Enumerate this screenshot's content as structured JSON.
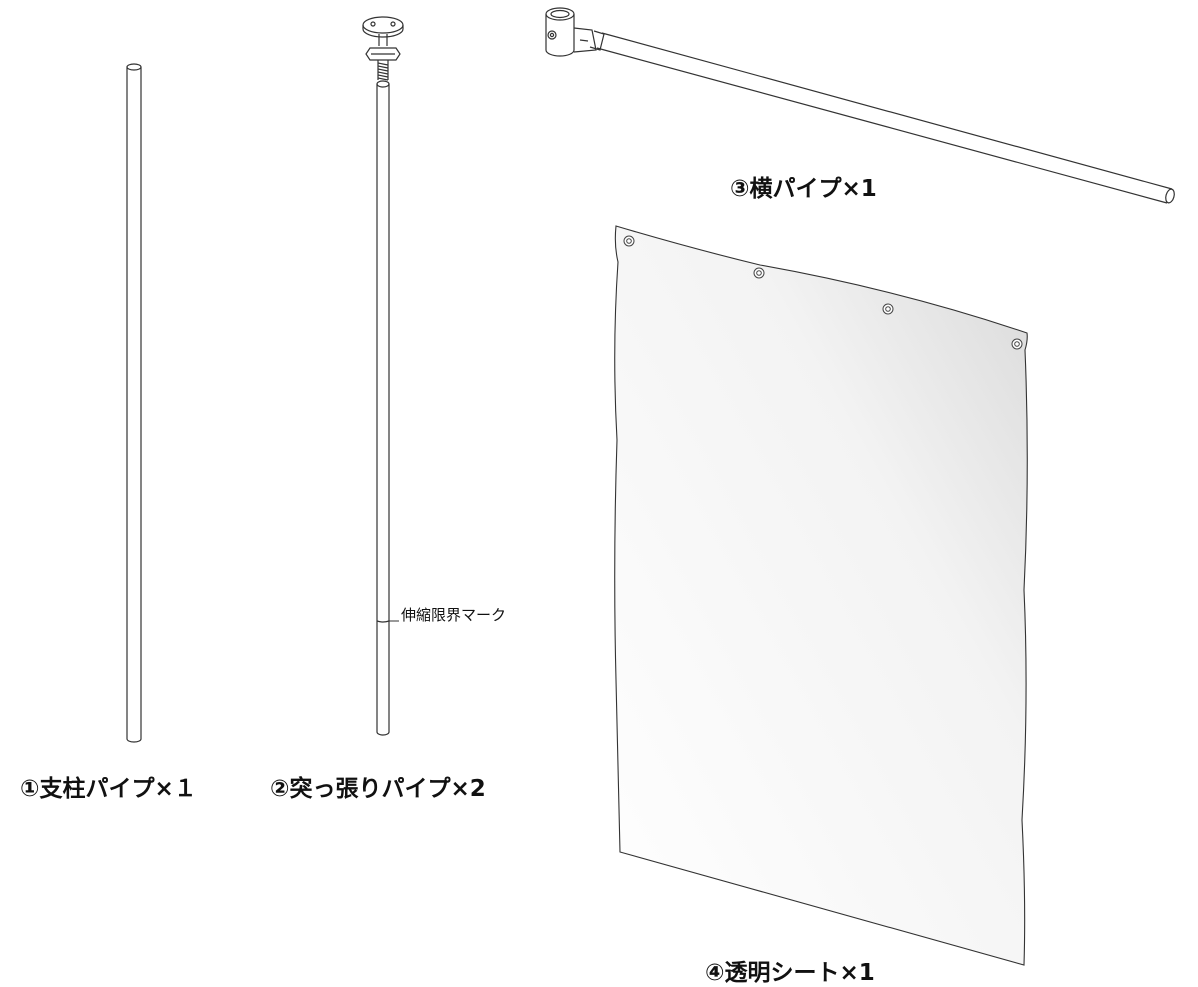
{
  "parts": [
    {
      "id": "support-pipe",
      "label": "①支柱パイプ×１"
    },
    {
      "id": "tension-pipe",
      "label": "②突っ張りパイプ×2"
    },
    {
      "id": "horizontal-pipe",
      "label": "③横パイプ×1"
    },
    {
      "id": "clear-sheet",
      "label": "④透明シート×1"
    }
  ],
  "callouts": {
    "extension_limit_mark": "伸縮限界マーク"
  },
  "colors": {
    "line": "#333333",
    "sheet_gradient_start": "#ffffff",
    "sheet_gradient_end": "#dcdcdc",
    "text": "#111111"
  }
}
